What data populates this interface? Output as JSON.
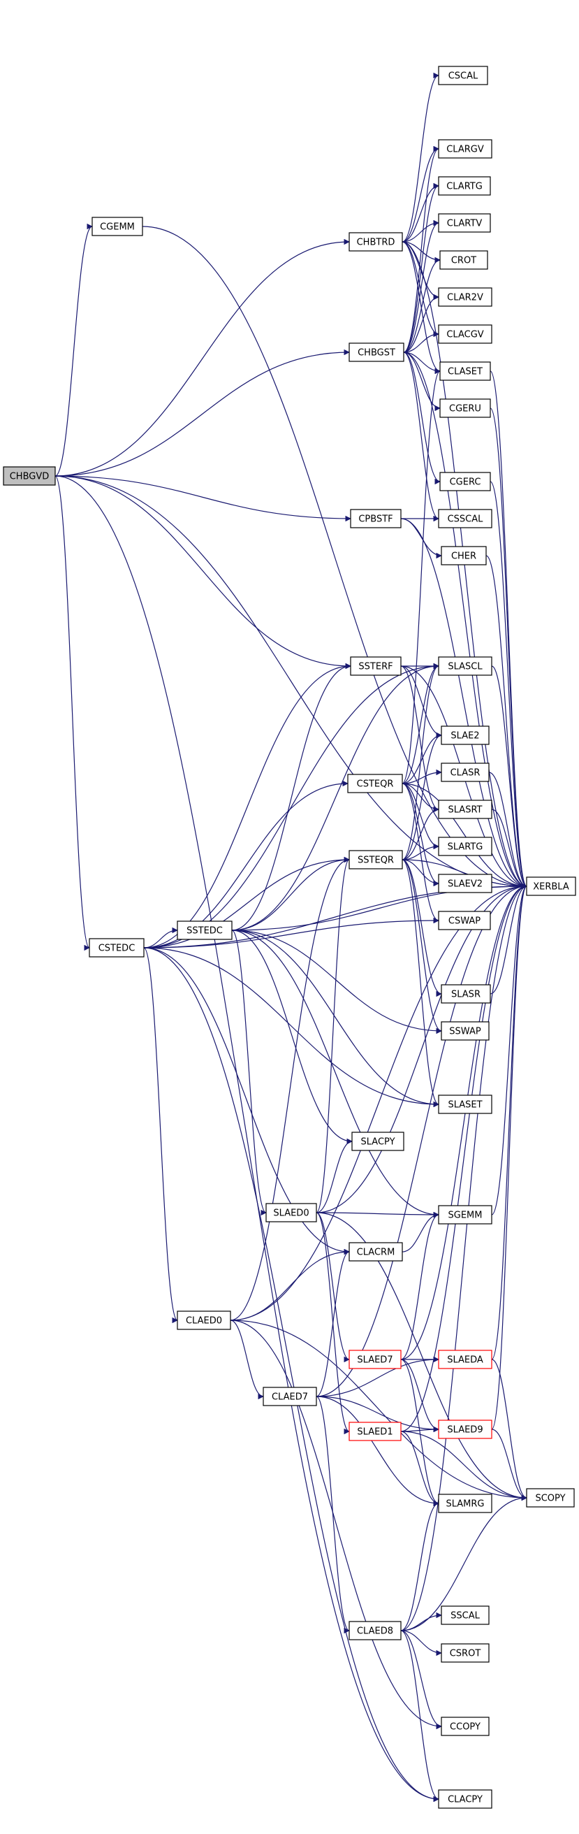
{
  "colors": {
    "edge": "#191970",
    "root_fill": "#bfbfbf",
    "red_border": "#ff0000"
  },
  "nodes": [
    {
      "id": "CHBGVD",
      "label": "CHBGVD",
      "style": "root"
    },
    {
      "id": "CGEMM",
      "label": "CGEMM"
    },
    {
      "id": "CHBTRD",
      "label": "CHBTRD"
    },
    {
      "id": "CHBGST",
      "label": "CHBGST"
    },
    {
      "id": "CPBSTF",
      "label": "CPBSTF"
    },
    {
      "id": "SSTERF",
      "label": "SSTERF"
    },
    {
      "id": "CSTEQR",
      "label": "CSTEQR"
    },
    {
      "id": "SSTEQR",
      "label": "SSTEQR"
    },
    {
      "id": "CSTEDC",
      "label": "CSTEDC"
    },
    {
      "id": "SSTEDC",
      "label": "SSTEDC"
    },
    {
      "id": "SLAED0",
      "label": "SLAED0"
    },
    {
      "id": "CLACRM",
      "label": "CLACRM"
    },
    {
      "id": "CLAED0",
      "label": "CLAED0"
    },
    {
      "id": "SLAED7",
      "label": "SLAED7",
      "style": "red"
    },
    {
      "id": "CLAED7",
      "label": "CLAED7"
    },
    {
      "id": "SLAED1",
      "label": "SLAED1",
      "style": "red"
    },
    {
      "id": "CLAED8",
      "label": "CLAED8"
    },
    {
      "id": "CSCAL",
      "label": "CSCAL"
    },
    {
      "id": "CLARGV",
      "label": "CLARGV"
    },
    {
      "id": "CLARTG",
      "label": "CLARTG"
    },
    {
      "id": "CLARTV",
      "label": "CLARTV"
    },
    {
      "id": "CROT",
      "label": "CROT"
    },
    {
      "id": "CLAR2V",
      "label": "CLAR2V"
    },
    {
      "id": "CLACGV",
      "label": "CLACGV"
    },
    {
      "id": "CLASET",
      "label": "CLASET"
    },
    {
      "id": "CGERU",
      "label": "CGERU"
    },
    {
      "id": "CGERC",
      "label": "CGERC"
    },
    {
      "id": "CSSCAL",
      "label": "CSSCAL"
    },
    {
      "id": "CHER",
      "label": "CHER"
    },
    {
      "id": "SLASCL",
      "label": "SLASCL"
    },
    {
      "id": "SLAE2",
      "label": "SLAE2"
    },
    {
      "id": "CLASR",
      "label": "CLASR"
    },
    {
      "id": "SLASRT",
      "label": "SLASRT"
    },
    {
      "id": "SLARTG",
      "label": "SLARTG"
    },
    {
      "id": "SLAEV2",
      "label": "SLAEV2"
    },
    {
      "id": "CSWAP",
      "label": "CSWAP"
    },
    {
      "id": "SLASR",
      "label": "SLASR"
    },
    {
      "id": "SSWAP",
      "label": "SSWAP"
    },
    {
      "id": "SLASET",
      "label": "SLASET"
    },
    {
      "id": "SLACPY",
      "label": "SLACPY"
    },
    {
      "id": "SGEMM",
      "label": "SGEMM"
    },
    {
      "id": "SLAEDA",
      "label": "SLAEDA",
      "style": "red"
    },
    {
      "id": "SLAED9",
      "label": "SLAED9",
      "style": "red"
    },
    {
      "id": "SLAMRG",
      "label": "SLAMRG"
    },
    {
      "id": "SSCAL",
      "label": "SSCAL"
    },
    {
      "id": "CSROT",
      "label": "CSROT"
    },
    {
      "id": "CCOPY",
      "label": "CCOPY"
    },
    {
      "id": "CLACPY",
      "label": "CLACPY"
    },
    {
      "id": "XERBLA",
      "label": "XERBLA"
    },
    {
      "id": "SCOPY",
      "label": "SCOPY"
    }
  ],
  "edges": [
    [
      "CHBGVD",
      "CGEMM"
    ],
    [
      "CHBGVD",
      "CHBTRD"
    ],
    [
      "CHBGVD",
      "CHBGST"
    ],
    [
      "CHBGVD",
      "CPBSTF"
    ],
    [
      "CHBGVD",
      "SSTERF"
    ],
    [
      "CHBGVD",
      "CSTEDC"
    ],
    [
      "CHBGVD",
      "XERBLA"
    ],
    [
      "CHBGVD",
      "CLACPY"
    ],
    [
      "CGEMM",
      "XERBLA"
    ],
    [
      "CHBTRD",
      "CSCAL"
    ],
    [
      "CHBTRD",
      "CLARGV"
    ],
    [
      "CHBTRD",
      "CLARTG"
    ],
    [
      "CHBTRD",
      "CLARTV"
    ],
    [
      "CHBTRD",
      "CROT"
    ],
    [
      "CHBTRD",
      "CLAR2V"
    ],
    [
      "CHBTRD",
      "CLACGV"
    ],
    [
      "CHBTRD",
      "CLASET"
    ],
    [
      "CHBTRD",
      "XERBLA"
    ],
    [
      "CHBGST",
      "CLARGV"
    ],
    [
      "CHBGST",
      "CLARTG"
    ],
    [
      "CHBGST",
      "CLARTV"
    ],
    [
      "CHBGST",
      "CROT"
    ],
    [
      "CHBGST",
      "CLAR2V"
    ],
    [
      "CHBGST",
      "CLACGV"
    ],
    [
      "CHBGST",
      "CLASET"
    ],
    [
      "CHBGST",
      "CGERU"
    ],
    [
      "CHBGST",
      "CGERC"
    ],
    [
      "CHBGST",
      "CSSCAL"
    ],
    [
      "CHBGST",
      "XERBLA"
    ],
    [
      "CPBSTF",
      "CSSCAL"
    ],
    [
      "CPBSTF",
      "CHER"
    ],
    [
      "CPBSTF",
      "XERBLA"
    ],
    [
      "SSTERF",
      "SLASCL"
    ],
    [
      "SSTERF",
      "SLAE2"
    ],
    [
      "SSTERF",
      "SLASRT"
    ],
    [
      "SSTERF",
      "XERBLA"
    ],
    [
      "CSTEQR",
      "SLASCL"
    ],
    [
      "CSTEQR",
      "SLAE2"
    ],
    [
      "CSTEQR",
      "CLASR"
    ],
    [
      "CSTEQR",
      "SLASRT"
    ],
    [
      "CSTEQR",
      "SLARTG"
    ],
    [
      "CSTEQR",
      "SLAEV2"
    ],
    [
      "CSTEQR",
      "CSWAP"
    ],
    [
      "CSTEQR",
      "CLASET"
    ],
    [
      "CSTEQR",
      "XERBLA"
    ],
    [
      "SSTEQR",
      "SLASCL"
    ],
    [
      "SSTEQR",
      "SLAE2"
    ],
    [
      "SSTEQR",
      "SLASRT"
    ],
    [
      "SSTEQR",
      "SLARTG"
    ],
    [
      "SSTEQR",
      "SLAEV2"
    ],
    [
      "SSTEQR",
      "SLASR"
    ],
    [
      "SSTEQR",
      "SSWAP"
    ],
    [
      "SSTEQR",
      "SLASET"
    ],
    [
      "SSTEQR",
      "XERBLA"
    ],
    [
      "CSTEDC",
      "SSTERF"
    ],
    [
      "CSTEDC",
      "CSTEQR"
    ],
    [
      "CSTEDC",
      "SSTEQR"
    ],
    [
      "CSTEDC",
      "SSTEDC"
    ],
    [
      "CSTEDC",
      "SLASCL"
    ],
    [
      "CSTEDC",
      "CSWAP"
    ],
    [
      "CSTEDC",
      "SLASET"
    ],
    [
      "CSTEDC",
      "CLACRM"
    ],
    [
      "CSTEDC",
      "CLAED0"
    ],
    [
      "CSTEDC",
      "CLACPY"
    ],
    [
      "CSTEDC",
      "XERBLA"
    ],
    [
      "SSTEDC",
      "SSTERF"
    ],
    [
      "SSTEDC",
      "SSTEQR"
    ],
    [
      "SSTEDC",
      "SLASCL"
    ],
    [
      "SSTEDC",
      "SLASET"
    ],
    [
      "SSTEDC",
      "SLACPY"
    ],
    [
      "SSTEDC",
      "SGEMM"
    ],
    [
      "SSTEDC",
      "SLAED0"
    ],
    [
      "SSTEDC",
      "SSWAP"
    ],
    [
      "SSTEDC",
      "XERBLA"
    ],
    [
      "SLAED0",
      "SSTEQR"
    ],
    [
      "SLAED0",
      "SLACPY"
    ],
    [
      "SLAED0",
      "SGEMM"
    ],
    [
      "SLAED0",
      "SLAED7"
    ],
    [
      "SLAED0",
      "SLAED1"
    ],
    [
      "SLAED0",
      "SCOPY"
    ],
    [
      "SLAED0",
      "XERBLA"
    ],
    [
      "CLACRM",
      "SGEMM"
    ],
    [
      "CLAED0",
      "SSTEQR"
    ],
    [
      "CLAED0",
      "CLACRM"
    ],
    [
      "CLAED0",
      "CLAED7"
    ],
    [
      "CLAED0",
      "SCOPY"
    ],
    [
      "CLAED0",
      "CCOPY"
    ],
    [
      "CLAED0",
      "XERBLA"
    ],
    [
      "SLAED7",
      "SGEMM"
    ],
    [
      "SLAED7",
      "SLAEDA"
    ],
    [
      "SLAED7",
      "SLAED9"
    ],
    [
      "SLAED7",
      "SLAMRG"
    ],
    [
      "SLAED7",
      "XERBLA"
    ],
    [
      "CLAED7",
      "CLACRM"
    ],
    [
      "CLAED7",
      "SLAED9"
    ],
    [
      "CLAED7",
      "SLAEDA"
    ],
    [
      "CLAED7",
      "SLAMRG"
    ],
    [
      "CLAED7",
      "CLAED8"
    ],
    [
      "CLAED7",
      "XERBLA"
    ],
    [
      "SLAED1",
      "SLAED9"
    ],
    [
      "SLAED1",
      "SLAMRG"
    ],
    [
      "SLAED1",
      "SCOPY"
    ],
    [
      "SLAED1",
      "XERBLA"
    ],
    [
      "SLAEDA",
      "SCOPY"
    ],
    [
      "SLAEDA",
      "XERBLA"
    ],
    [
      "SLAED9",
      "SCOPY"
    ],
    [
      "SLAED9",
      "XERBLA"
    ],
    [
      "CLAED8",
      "SSCAL"
    ],
    [
      "CLAED8",
      "CSROT"
    ],
    [
      "CLAED8",
      "CCOPY"
    ],
    [
      "CLAED8",
      "SLAMRG"
    ],
    [
      "CLAED8",
      "SCOPY"
    ],
    [
      "CLAED8",
      "CLACPY"
    ],
    [
      "CLAED8",
      "XERBLA"
    ],
    [
      "CGERU",
      "XERBLA"
    ],
    [
      "CGERC",
      "XERBLA"
    ],
    [
      "CHER",
      "XERBLA"
    ],
    [
      "SLASCL",
      "XERBLA"
    ],
    [
      "SLASRT",
      "XERBLA"
    ],
    [
      "SLASR",
      "XERBLA"
    ],
    [
      "SGEMM",
      "XERBLA"
    ],
    [
      "CLASR",
      "XERBLA"
    ],
    [
      "CLASET",
      "XERBLA"
    ]
  ]
}
